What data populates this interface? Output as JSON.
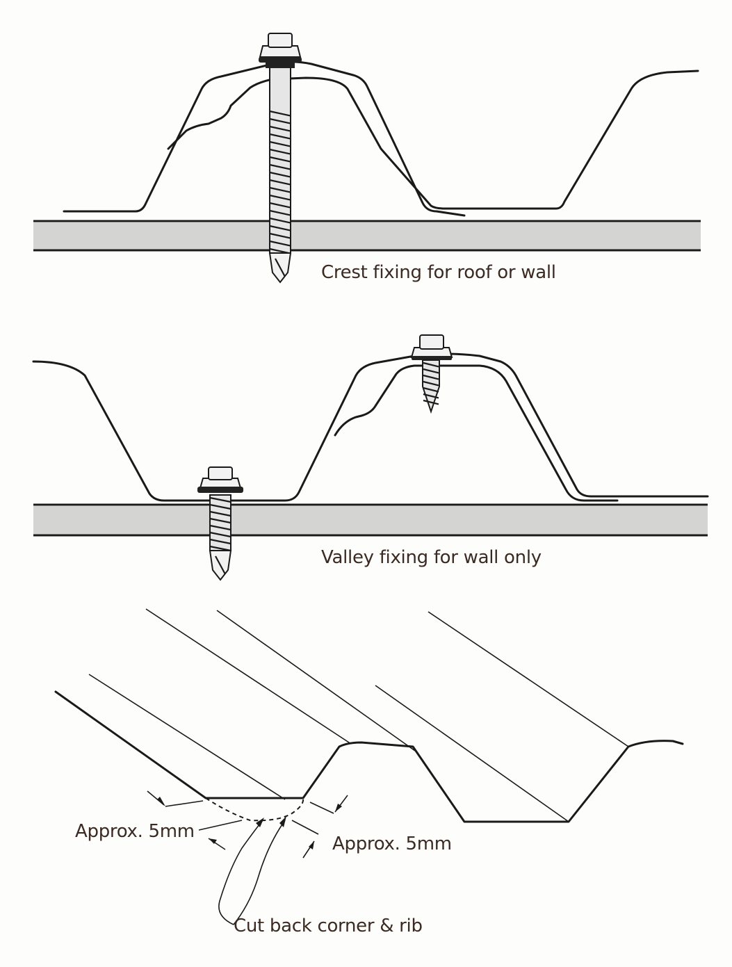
{
  "labels": {
    "crest": "Crest fixing for roof or wall",
    "valley": "Valley fixing for wall only",
    "approx_left": "Approx. 5mm",
    "approx_right": "Approx. 5mm",
    "cut_back": "Cut back corner & rib"
  },
  "colors": {
    "line": "#1a1a1a",
    "purlin": "#d4d4d2",
    "text": "#3a2a22"
  }
}
